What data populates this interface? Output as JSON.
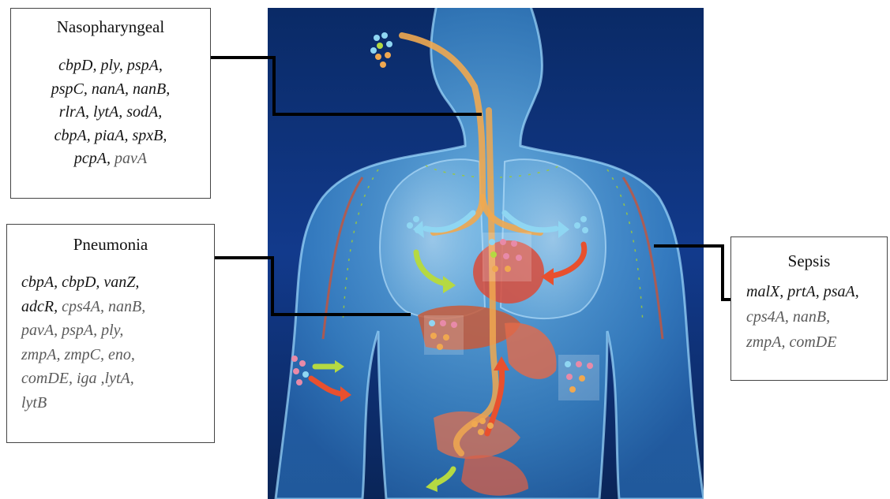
{
  "boxes": {
    "nasopharyngeal": {
      "title": "Nasopharyngeal",
      "lines": [
        [
          {
            "t": "cbpD, ply, pspA,",
            "c": "dk"
          }
        ],
        [
          {
            "t": "pspC, nanA, nanB,",
            "c": "dk"
          }
        ],
        [
          {
            "t": "rlrA, lytA, sodA,",
            "c": "dk"
          }
        ],
        [
          {
            "t": "cbpA, piaA, spxB,",
            "c": "dk"
          }
        ],
        [
          {
            "t": "pcpA, ",
            "c": "dk"
          },
          {
            "t": "pavA",
            "c": "gr"
          }
        ]
      ]
    },
    "pneumonia": {
      "title": "Pneumonia",
      "lines": [
        [
          {
            "t": "cbpA, cbpD, vanZ,",
            "c": "dk"
          }
        ],
        [
          {
            "t": "adcR, ",
            "c": "dk"
          },
          {
            "t": "cps4A, nanB,",
            "c": "gr"
          }
        ],
        [
          {
            "t": "pavA, pspA, ply,",
            "c": "gr"
          }
        ],
        [
          {
            "t": "zmpA, zmpC, eno,",
            "c": "gr"
          }
        ],
        [
          {
            "t": "comDE, iga ,lytA,",
            "c": "gr"
          }
        ],
        [
          {
            "t": "lytB",
            "c": "gr"
          }
        ]
      ]
    },
    "sepsis": {
      "title": "Sepsis",
      "lines": [
        [
          {
            "t": "malX, prtA, psaA,",
            "c": "dk"
          }
        ],
        [
          {
            "t": "cps4A, nanB,",
            "c": "gr"
          }
        ],
        [
          {
            "t": "zmpA,  comDE",
            "c": "gr"
          }
        ]
      ]
    }
  },
  "colors": {
    "scene_bg": "#0c2f73",
    "body": "#4ea9e0",
    "airway": "#f0a850",
    "arrow_blue": "#8fd6f2",
    "arrow_green": "#b5d942",
    "arrow_red": "#e8502e",
    "arrow_orange": "#f29a2e",
    "lymph": "#9bc93a",
    "vessel": "#c8543a",
    "connector": "#000000"
  },
  "icons": [
    "bacteria-cluster-icon",
    "flow-arrow-icon"
  ]
}
